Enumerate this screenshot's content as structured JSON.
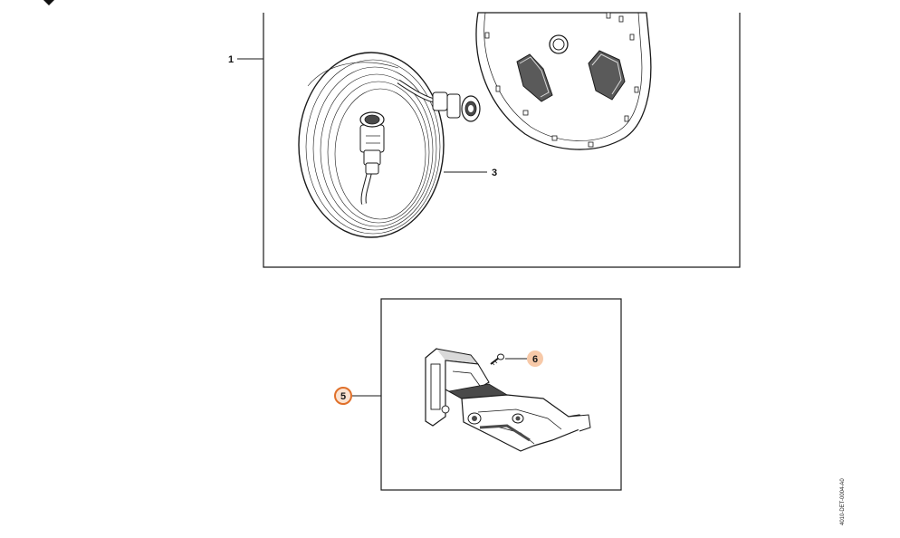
{
  "callouts": {
    "c1": "1",
    "c3": "3",
    "c5": "5",
    "c6": "6"
  },
  "reference_code": "4010-DET-0004-A0",
  "colors": {
    "line": "#1a1a1a",
    "selected_fill": "#fbe3d1",
    "selected_ring": "#e0702a",
    "hover_fill": "#f7c9a8",
    "part_shade": "#d9d9d9",
    "part_dark": "#4a4a4a"
  },
  "parts": {
    "hose_reel_disc": "hose-reel-disc",
    "coiled_hose": "coiled-hose-with-coupling",
    "wall_bracket": "wall-bracket",
    "screw": "screw"
  }
}
